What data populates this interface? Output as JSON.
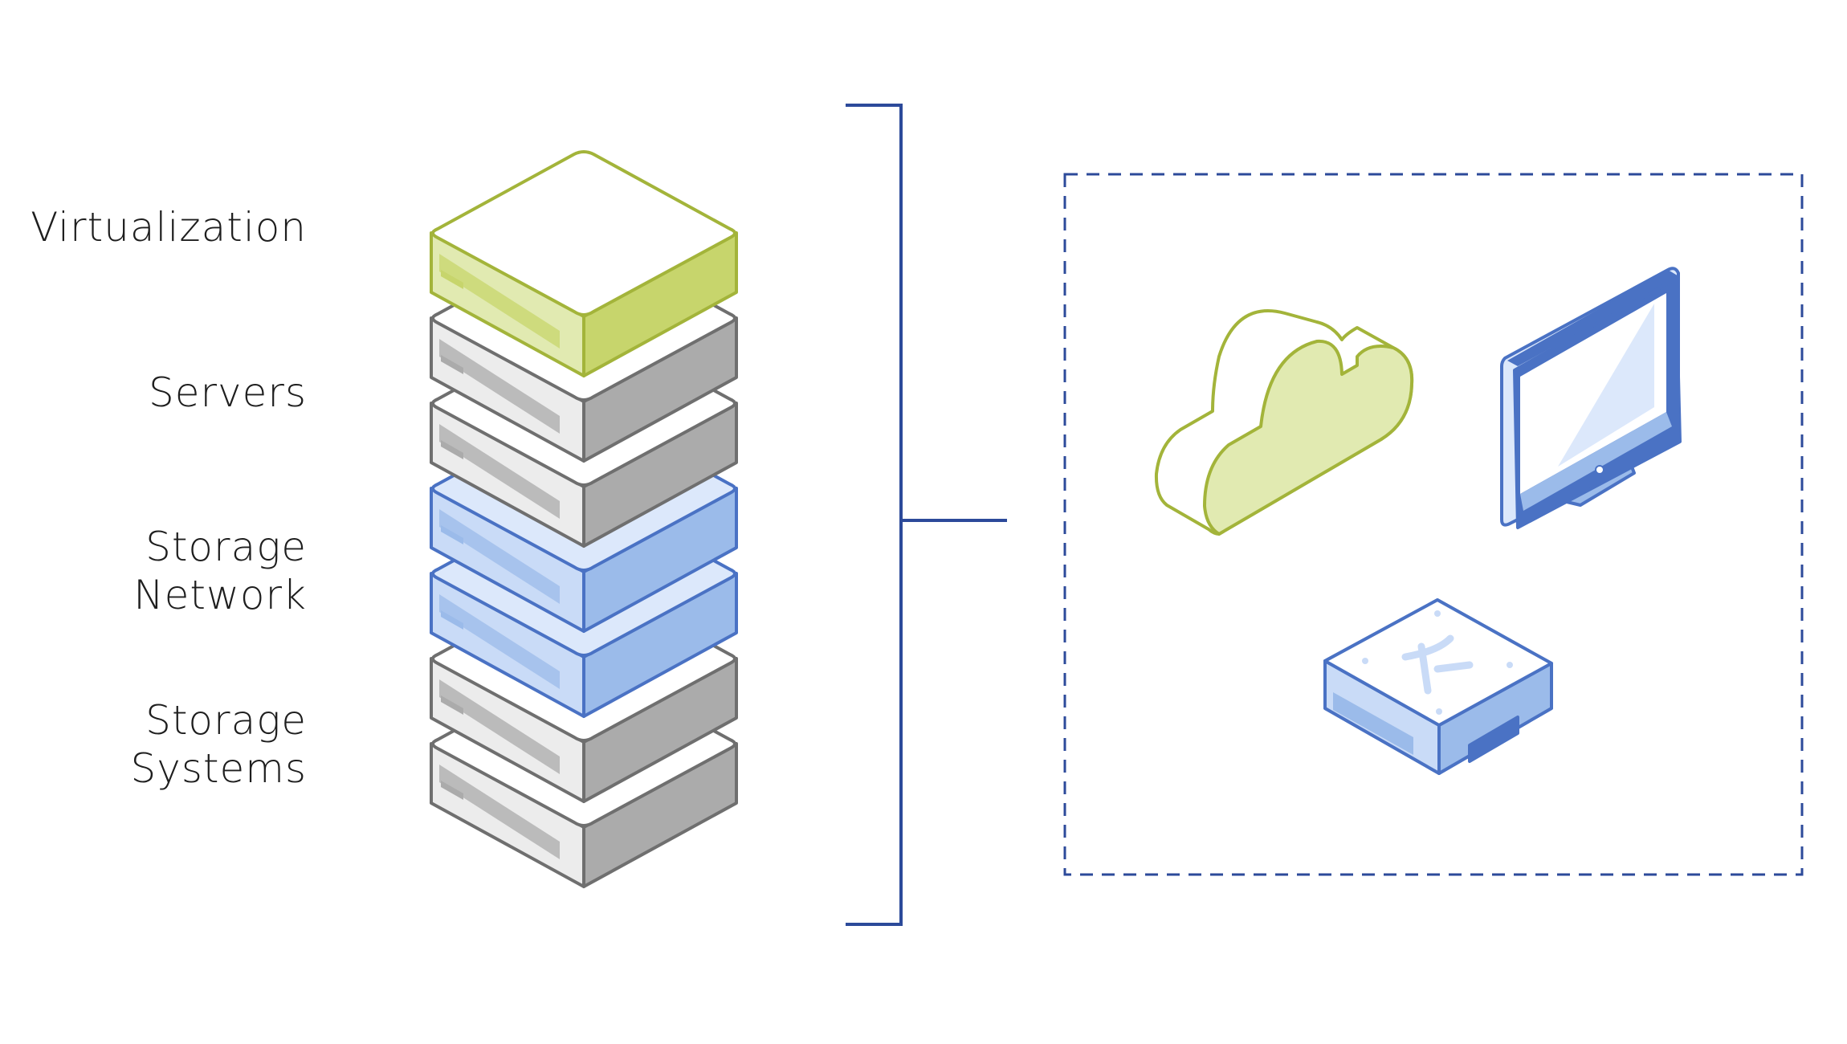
{
  "labels": {
    "virtualization": "Virtualization",
    "servers": "Servers",
    "storage_network": [
      "Storage",
      "Network"
    ],
    "storage_systems": [
      "Storage",
      "Systems"
    ]
  },
  "colors": {
    "green_top": "#ffffff",
    "green_side": "#c7d56c",
    "green_front": "#e1eab1",
    "green_stroke": "#a3b43a",
    "gray_top": "#ffffff",
    "gray_side": "#ababab",
    "gray_front": "#ececec",
    "gray_stroke": "#6f6f6f",
    "blue_top": "#dce8fb",
    "blue_side": "#9bbbea",
    "blue_front": "#c9dbf7",
    "blue_stroke": "#4a72c4",
    "bracket": "#2c4a9a",
    "dashed_box": "#2c4a9a"
  },
  "stack": [
    "green",
    "gray",
    "gray",
    "blue",
    "blue",
    "gray",
    "gray"
  ],
  "icons": [
    "cloud-icon",
    "monitor-icon",
    "hyperconverged-server-icon"
  ]
}
